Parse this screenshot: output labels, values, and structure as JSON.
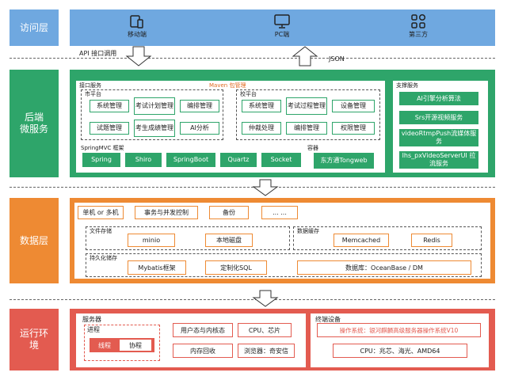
{
  "access": {
    "label": "访问层",
    "items": [
      {
        "label": "移动端",
        "icon": "mobile-tablet-icon"
      },
      {
        "label": "PC端",
        "icon": "desktop-monitor-icon"
      },
      {
        "label": "第三方",
        "icon": "grid-apps-icon"
      }
    ]
  },
  "arrows": {
    "api_label": "API 接口调用",
    "json_label": "JSON"
  },
  "backend": {
    "label": "后端\n微服务",
    "api_service_label": "接口服务",
    "maven_label": "Maven 包管理",
    "city_platform": {
      "title": "市平台",
      "items": [
        "系统管理",
        "考试计划管理",
        "编排管理",
        "试题管理",
        "考生成绩管理",
        "AI分析"
      ]
    },
    "school_platform": {
      "title": "校平台",
      "items": [
        "系统管理",
        "考试过程管理",
        "设备管理",
        "仲裁处理",
        "编排管理",
        "权限管理"
      ]
    },
    "springmvc_label": "SpringMVC 框架",
    "frameworks": [
      "Spring",
      "Shiro",
      "SpringBoot",
      "Quartz",
      "Socket"
    ],
    "container_label": "容器",
    "container_item": "东方通Tongweb",
    "support_label": "支撑服务",
    "support_items": [
      "AI引擎分析算法",
      "Srs开源视频服务",
      "videoRtmpPush流媒体服务",
      "lhs_pxVideoServerUI 拉流服务"
    ]
  },
  "data": {
    "label": "数据层",
    "top_items": [
      "单机 or 多机",
      "事务与并发控制",
      "备份",
      "... ..."
    ],
    "file_storage_label": "文件存储",
    "file_items": [
      "minio",
      "本地磁盘"
    ],
    "cache_label": "数据缓存",
    "cache_items": [
      "Memcached",
      "Redis"
    ],
    "persist_label": "持久化储存",
    "persist_items": [
      "Mybatis框架",
      "定制化SQL",
      "数据库：OceanBase / DM"
    ]
  },
  "runtime": {
    "label": "运行环\n境",
    "server_label": "服务器",
    "process_label": "进程",
    "thread": "线程",
    "coroutine": "协程",
    "mid_items": [
      "用户态与内核态",
      "CPU、芯片",
      "内存回收",
      "浏览器：奇安信"
    ],
    "terminal_label": "终端设备",
    "terminal_items": [
      "操作系统：银河麒麟高级服务器操作系统V10",
      "CPU：兆芯、海光、AMD64"
    ]
  },
  "colors": {
    "access": "#6fa8e0",
    "backend": "#2ea56a",
    "data": "#ee8a33",
    "runtime": "#e35b50"
  }
}
